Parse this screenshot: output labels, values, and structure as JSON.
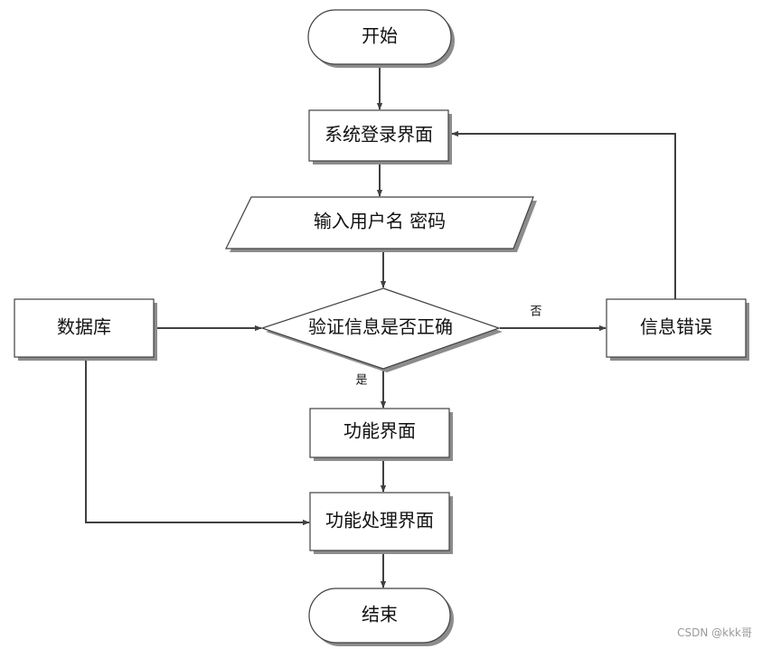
{
  "nodes": {
    "start": "开始",
    "login": "系统登录界面",
    "input": "输入用户名 密码",
    "verify": "验证信息是否正确",
    "error": "信息错误",
    "database": "数据库",
    "function": "功能界面",
    "process": "功能处理界面",
    "end": "结束"
  },
  "edge_labels": {
    "no": "否",
    "yes": "是"
  },
  "watermark": "CSDN @kkk哥"
}
